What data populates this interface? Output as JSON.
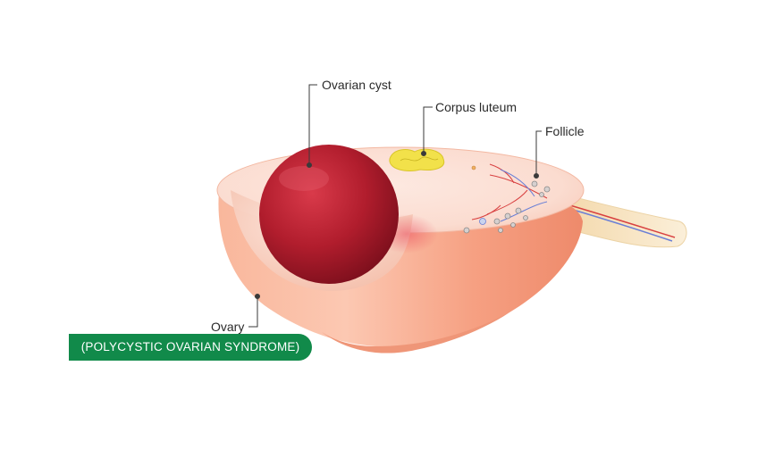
{
  "labels": {
    "ovarian_cyst": "Ovarian cyst",
    "corpus_luteum": "Corpus luteum",
    "follicle": "Follicle",
    "ovary": "Ovary"
  },
  "badge": {
    "text": "(POLYCYSTIC OVARIAN SYNDROME)",
    "color": "#118a4a"
  },
  "colors": {
    "ovary_wall": "#f7a98a",
    "ovary_surface": "#fbe6de",
    "cyst": "#b4202f",
    "corpus_luteum": "#f2e14a",
    "vessels_artery": "#d84040",
    "vessels_vein": "#6a7fd6",
    "ligament": "#f6e3bf"
  }
}
